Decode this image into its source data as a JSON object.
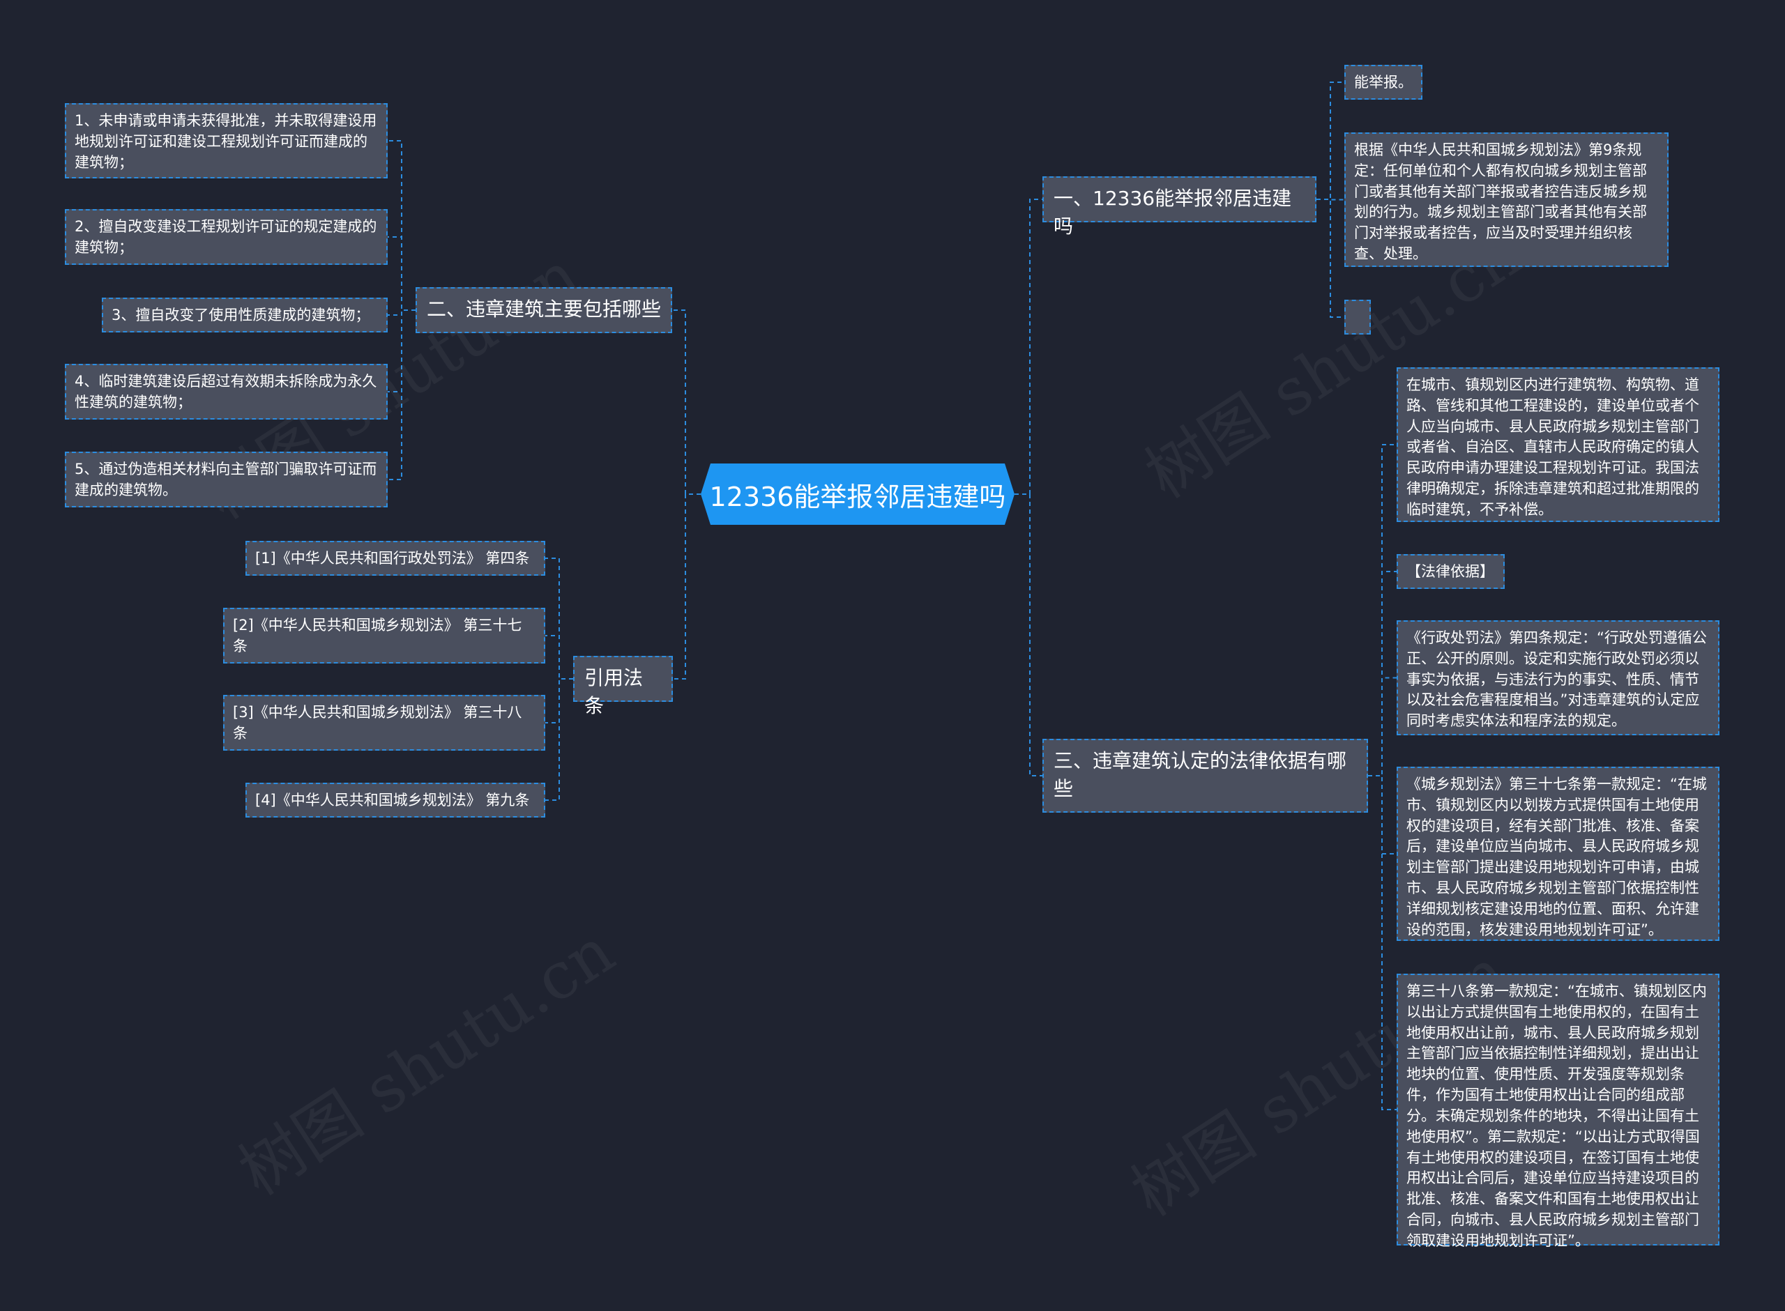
{
  "root": {
    "label": "12336能举报邻居违建吗"
  },
  "branches": {
    "b1": {
      "label": "一、12336能举报邻居违建吗"
    },
    "b2": {
      "label": "二、违章建筑主要包括哪些"
    },
    "b3": {
      "label": "三、违章建筑认定的法律依据有哪些"
    },
    "b4": {
      "label": "引用法条"
    }
  },
  "b1_children": [
    "能举报。",
    "根据《中华人民共和国城乡规划法》第9条规定：任何单位和个人都有权向城乡规划主管部门或者其他有关部门举报或者控告违反城乡规划的行为。城乡规划主管部门或者其他有关部门对举报或者控告，应当及时受理并组织核查、处理。",
    ""
  ],
  "b2_children": [
    "1、未申请或申请未获得批准，并未取得建设用地规划许可证和建设工程规划许可证而建成的建筑物；",
    "2、擅自改变建设工程规划许可证的规定建成的建筑物；",
    "3、擅自改变了使用性质建成的建筑物；",
    "4、临时建筑建设后超过有效期未拆除成为永久性建筑的建筑物；",
    "5、通过伪造相关材料向主管部门骗取许可证而建成的建筑物。"
  ],
  "b3_children": [
    "在城市、镇规划区内进行建筑物、构筑物、道路、管线和其他工程建设的，建设单位或者个人应当向城市、县人民政府城乡规划主管部门或者省、自治区、直辖市人民政府确定的镇人民政府申请办理建设工程规划许可证。我国法律明确规定，拆除违章建筑和超过批准期限的临时建筑，不予补偿。",
    "【法律依据】",
    "《行政处罚法》第四条规定：“行政处罚遵循公正、公开的原则。设定和实施行政处罚必须以事实为依据，与违法行为的事实、性质、情节以及社会危害程度相当。”对违章建筑的认定应同时考虑实体法和程序法的规定。",
    "《城乡规划法》第三十七条第一款规定：“在城市、镇规划区内以划拨方式提供国有土地使用权的建设项目，经有关部门批准、核准、备案后，建设单位应当向城市、县人民政府城乡规划主管部门提出建设用地规划许可申请，由城市、县人民政府城乡规划主管部门依据控制性详细规划核定建设用地的位置、面积、允许建设的范围，核发建设用地规划许可证”。",
    "第三十八条第一款规定：“在城市、镇规划区内以出让方式提供国有土地使用权的，在国有土地使用权出让前，城市、县人民政府城乡规划主管部门应当依据控制性详细规划，提出出让地块的位置、使用性质、开发强度等规划条件，作为国有土地使用权出让合同的组成部分。未确定规划条件的地块，不得出让国有土地使用权”。第二款规定：“以出让方式取得国有土地使用权的建设项目，在签订国有土地使用权出让合同后，建设单位应当持建设项目的批准、核准、备案文件和国有土地使用权出让合同，向城市、县人民政府城乡规划主管部门领取建设用地规划许可证”。"
  ],
  "b4_children": [
    "[1]《中华人民共和国行政处罚法》 第四条",
    "[2]《中华人民共和国城乡规划法》 第三十七条",
    "[3]《中华人民共和国城乡规划法》 第三十八条",
    "[4]《中华人民共和国城乡规划法》 第九条"
  ],
  "watermark": "树图 shutu.cn",
  "colors": {
    "background": "#1f2330",
    "node_fill": "#4a4f5e",
    "connector": "#2c8de0",
    "root_fill": "#1e96f2",
    "text": "#ffffff"
  }
}
